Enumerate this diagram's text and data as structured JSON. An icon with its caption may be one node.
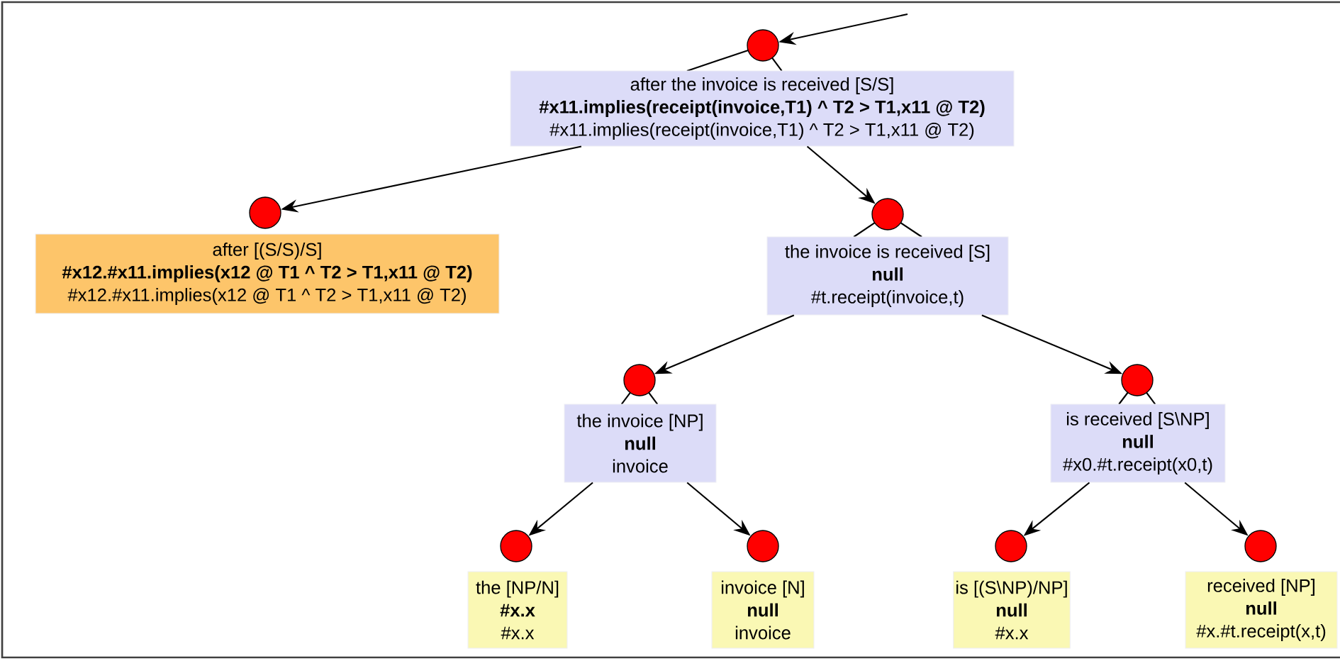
{
  "diagram": {
    "nodes": [
      {
        "text": [],
        "shape": "circle"
      },
      {
        "text": [
          "after the invoice is received [S/S]",
          "#x11.implies(receipt(invoice,T1) ^ T2 > T1,x11 @ T2)",
          "#x11.implies(receipt(invoice,T1) ^ T2 > T1,x11 @ T2)"
        ]
      },
      {
        "text": [],
        "shape": "circle"
      },
      {
        "text": [
          "after [(S/S)/S]",
          "#x12.#x11.implies(x12 @ T1 ^ T2 > T1,x11 @ T2)",
          "#x12.#x11.implies(x12 @ T1 ^ T2 > T1,x11 @ T2)"
        ]
      },
      {
        "text": [],
        "shape": "circle"
      },
      {
        "text": [
          "the invoice is received [S]",
          "null",
          "#t.receipt(invoice,t)"
        ]
      },
      {
        "text": [],
        "shape": "circle"
      },
      {
        "text": [
          "the invoice [NP]",
          "null",
          "invoice"
        ]
      },
      {
        "text": [],
        "shape": "circle"
      },
      {
        "text": [
          "is received [S\\NP]",
          "null",
          "#x0.#t.receipt(x0,t)"
        ]
      },
      {
        "text": [],
        "shape": "circle"
      },
      {
        "text": [
          "the [NP/N]",
          "#x.x",
          "#x.x"
        ]
      },
      {
        "text": [],
        "shape": "circle"
      },
      {
        "text": [
          "invoice [N]",
          "null",
          "invoice"
        ]
      },
      {
        "text": [],
        "shape": "circle"
      },
      {
        "text": [
          "is [(S\\NP)/NP]",
          "null",
          "#x.x"
        ]
      },
      {
        "text": [],
        "shape": "circle"
      },
      {
        "text": [
          "received [NP]",
          "null",
          "#x.#t.receipt(x,t)"
        ]
      }
    ],
    "edges": [
      {
        "from": null,
        "to": 0,
        "arrow": "to"
      },
      {
        "from": 1,
        "to": 2,
        "arrow": "to"
      },
      {
        "from": 1,
        "to": 4,
        "arrow": "to"
      },
      {
        "from": 5,
        "to": 6,
        "arrow": "to"
      },
      {
        "from": 5,
        "to": 8,
        "arrow": "to"
      },
      {
        "from": 7,
        "to": 10,
        "arrow": "to"
      },
      {
        "from": 7,
        "to": 12,
        "arrow": "to"
      },
      {
        "from": 9,
        "to": 14,
        "arrow": "to"
      },
      {
        "from": 9,
        "to": 16,
        "arrow": "to"
      }
    ]
  }
}
